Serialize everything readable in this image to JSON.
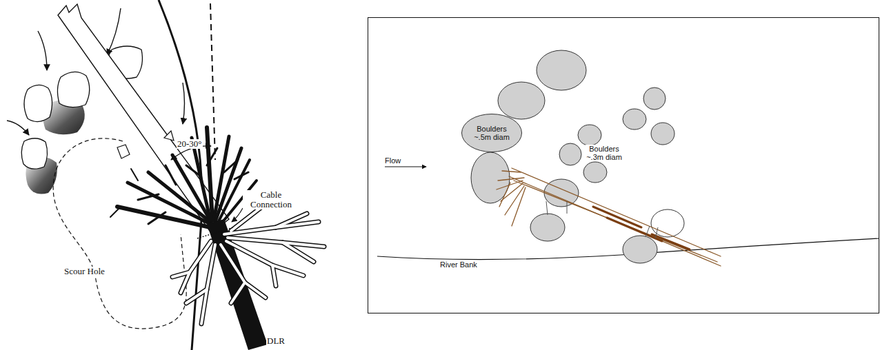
{
  "diagram": {
    "nodes": [
      {
        "text": [
          "Boulders ~.5m diam"
        ]
      }
    ],
    "labels": [
      "20-30°",
      "Cable Connection",
      "Scour Hole",
      "DLR",
      "Flow",
      "Boulders ~.3m diam",
      "River Bank"
    ]
  }
}
